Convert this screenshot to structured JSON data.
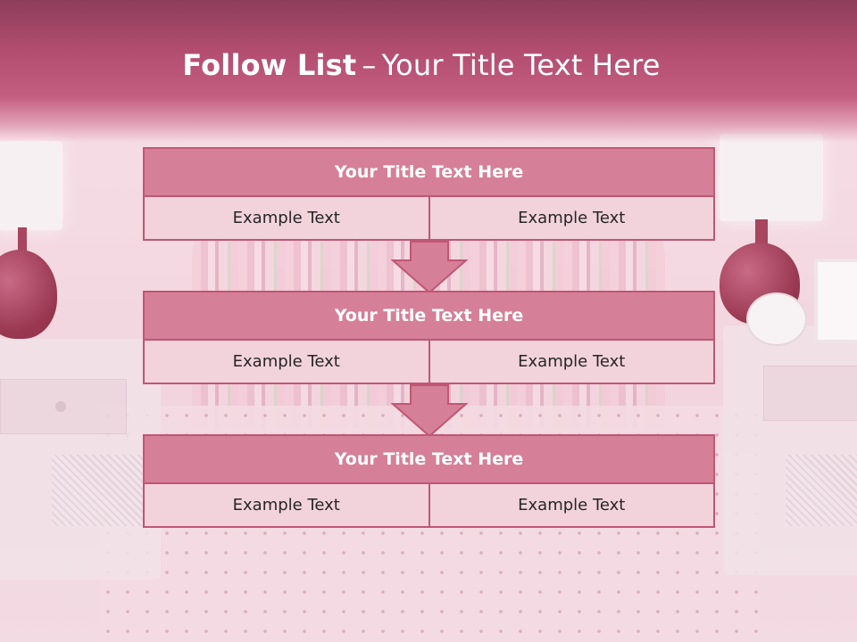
{
  "slide": {
    "title_bold": "Follow List",
    "title_separator": "–",
    "title_rest": "Your Title Text Here"
  },
  "blocks": [
    {
      "title": "Your Title Text Here",
      "left": "Example Text",
      "right": "Example Text"
    },
    {
      "title": "Your Title Text Here",
      "left": "Example Text",
      "right": "Example Text"
    },
    {
      "title": "Your Title Text Here",
      "left": "Example Text",
      "right": "Example Text"
    }
  ],
  "colors": {
    "header": "#b24d6f",
    "block_title_fill": "#d58098",
    "block_border": "#c05675",
    "cell_fill": "#f2d3dc",
    "arrow_fill": "#d58098"
  },
  "icons": {
    "connector": "down-arrow-icon"
  }
}
